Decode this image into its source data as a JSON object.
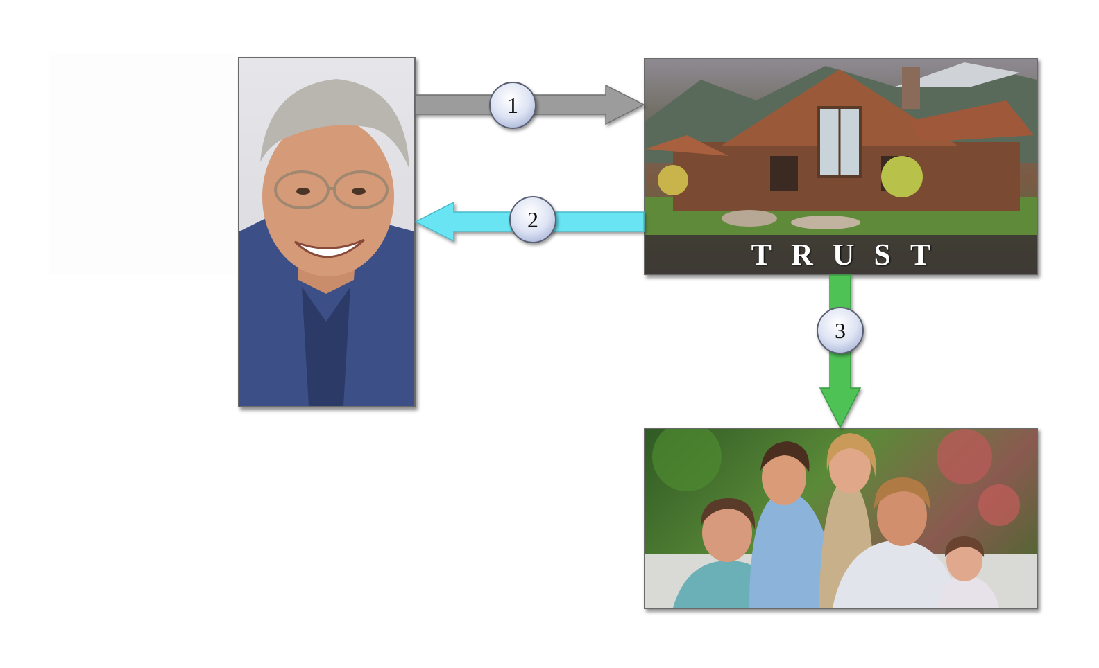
{
  "trust": {
    "label": "TRUST"
  },
  "steps": [
    {
      "number": "1",
      "color": "#9c9c9c"
    },
    {
      "number": "2",
      "color": "#68e4f2"
    },
    {
      "number": "3",
      "color": "#4fc257"
    }
  ]
}
